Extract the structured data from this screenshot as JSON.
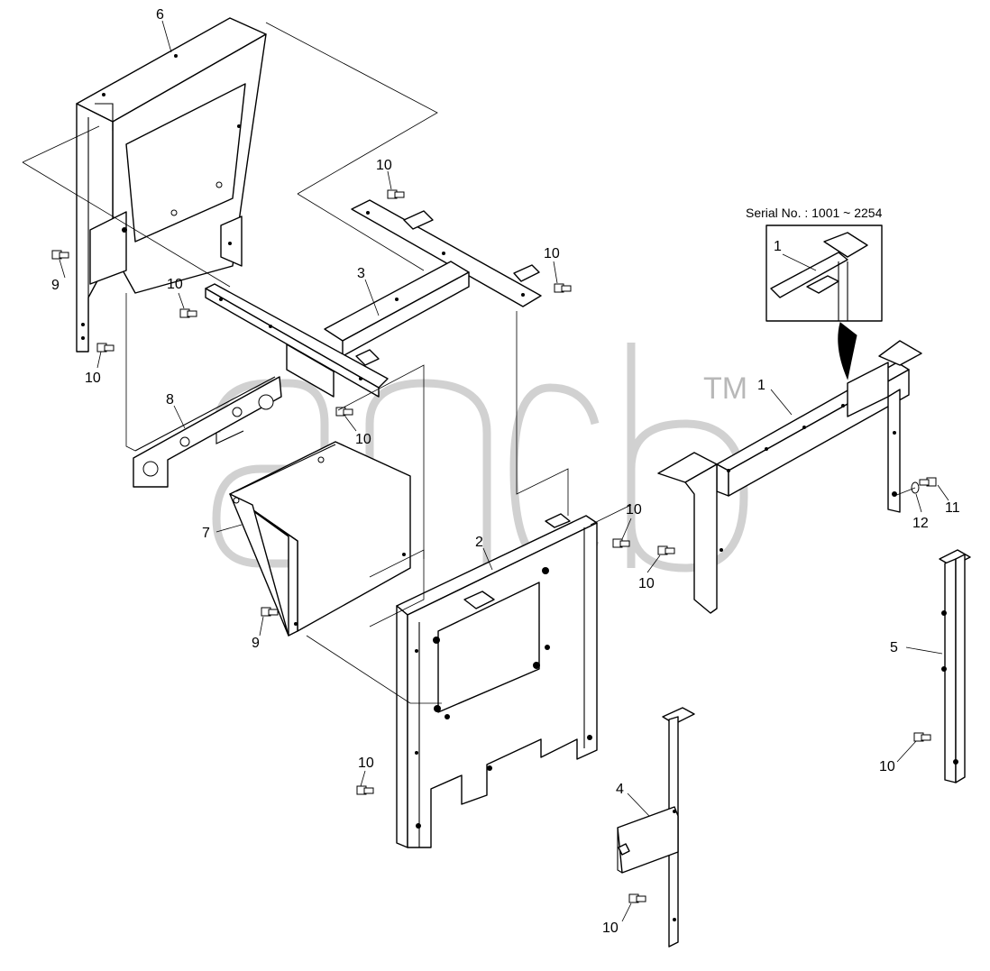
{
  "watermark": {
    "mark": "TM"
  },
  "inset": {
    "serial_label": "Serial No. : 1001 ~ 2254",
    "callout": "1"
  },
  "callouts": {
    "c1": "1",
    "c2": "2",
    "c3": "3",
    "c4": "4",
    "c5": "5",
    "c6": "6",
    "c7": "7",
    "c8": "8",
    "c9a": "9",
    "c9b": "9",
    "c10a": "10",
    "c10b": "10",
    "c10c": "10",
    "c10d": "10",
    "c10e": "10",
    "c10f": "10",
    "c10g": "10",
    "c10h": "10",
    "c10i": "10",
    "c10j": "10",
    "c11": "11",
    "c12": "12"
  }
}
